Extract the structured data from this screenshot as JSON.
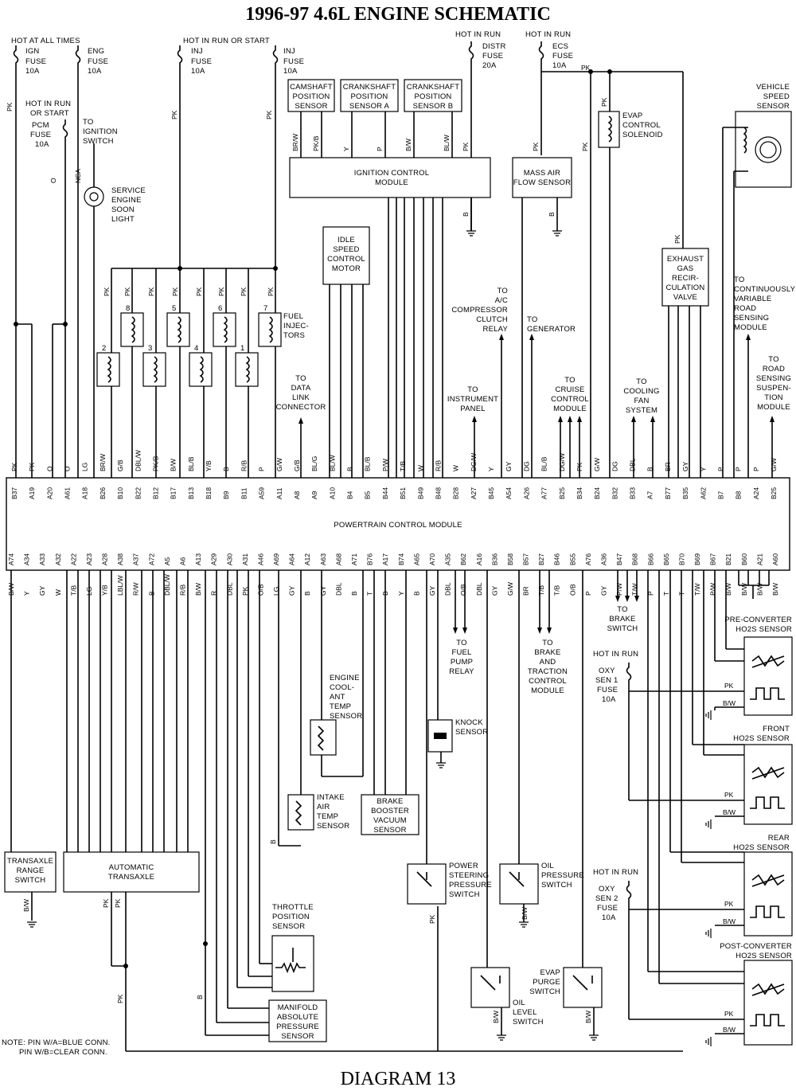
{
  "title": "1996-97  4.6L ENGINE SCHEMATIC",
  "footer": "DIAGRAM 13",
  "note": [
    "NOTE: PIN W/A=BLUE CONN.",
    "PIN W/B=CLEAR CONN."
  ],
  "pcm": {
    "label": "POWERTRAIN CONTROL MODULE"
  },
  "power": [
    {
      "id": "ign",
      "lines": [
        "IGN",
        "FUSE",
        "10A"
      ]
    },
    {
      "id": "eng",
      "lines": [
        "ENG",
        "FUSE",
        "10A"
      ]
    },
    {
      "id": "inj1",
      "lines": [
        "INJ",
        "FUSE",
        "10A"
      ]
    },
    {
      "id": "inj2",
      "lines": [
        "INJ",
        "FUSE",
        "10A"
      ]
    },
    {
      "id": "distr",
      "lines": [
        "DISTR",
        "FUSE",
        "20A"
      ]
    },
    {
      "id": "ecs",
      "lines": [
        "ECS",
        "FUSE",
        "10A"
      ]
    },
    {
      "id": "pcm",
      "lines": [
        "PCM",
        "FUSE",
        "10A"
      ]
    },
    {
      "id": "oxy1",
      "lines": [
        "OXY",
        "SEN 1",
        "FUSE",
        "10A"
      ]
    },
    {
      "id": "oxy2",
      "lines": [
        "OXY",
        "SEN 2",
        "FUSE",
        "10A"
      ]
    }
  ],
  "hot": [
    "HOT AT ALL TIMES",
    "HOT IN RUN OR START",
    "HOT IN RUN",
    "HOT IN RUN",
    "HOT IN RUN",
    "HOT IN RUN",
    "HOT IN RUN",
    "OR START"
  ],
  "components": [
    {
      "id": "cam",
      "lines": [
        "CAMSHAFT",
        "POSITION",
        "SENSOR"
      ]
    },
    {
      "id": "cka",
      "lines": [
        "CRANKSHAFT",
        "POSITION",
        "SENSOR A"
      ]
    },
    {
      "id": "ckb",
      "lines": [
        "CRANKSHAFT",
        "POSITION",
        "SENSOR B"
      ]
    },
    {
      "id": "icm",
      "lines": [
        "IGNITION CONTROL",
        "MODULE"
      ]
    },
    {
      "id": "maf",
      "lines": [
        "MASS AIR",
        "FLOW SENSOR"
      ]
    },
    {
      "id": "evap",
      "lines": [
        "EVAP",
        "CONTROL",
        "SOLENOID"
      ]
    },
    {
      "id": "vss",
      "lines": [
        "VEHICLE",
        "SPEED",
        "SENSOR"
      ]
    },
    {
      "id": "iac",
      "lines": [
        "IDLE",
        "SPEED",
        "CONTROL",
        "MOTOR"
      ]
    },
    {
      "id": "egr",
      "lines": [
        "EXHAUST",
        "GAS",
        "RECIR-",
        "CULATION",
        "VALVE"
      ]
    },
    {
      "id": "ses",
      "lines": [
        "SERVICE",
        "ENGINE",
        "SOON",
        "LIGHT"
      ]
    },
    {
      "id": "inj",
      "lines": [
        "FUEL",
        "INJEC-",
        "TORS"
      ]
    },
    {
      "id": "ect",
      "lines": [
        "ENGINE",
        "COOL-",
        "ANT",
        "TEMP",
        "SENSOR"
      ]
    },
    {
      "id": "iat",
      "lines": [
        "INTAKE",
        "AIR",
        "TEMP",
        "SENSOR"
      ]
    },
    {
      "id": "bbv",
      "lines": [
        "BRAKE",
        "BOOSTER",
        "VACUUM",
        "SENSOR"
      ]
    },
    {
      "id": "knock",
      "lines": [
        "KNOCK",
        "SENSOR"
      ]
    },
    {
      "id": "trs",
      "lines": [
        "TRANSAXLE",
        "RANGE",
        "SWITCH"
      ]
    },
    {
      "id": "at",
      "lines": [
        "AUTOMATIC",
        "TRANSAXLE"
      ]
    },
    {
      "id": "tps",
      "lines": [
        "THROTTLE",
        "POSITION",
        "SENSOR"
      ]
    },
    {
      "id": "map",
      "lines": [
        "MANIFOLD",
        "ABSOLUTE",
        "PRESSURE",
        "SENSOR"
      ]
    },
    {
      "id": "psp",
      "lines": [
        "POWER",
        "STEERING",
        "PRESSURE",
        "SWITCH"
      ]
    },
    {
      "id": "oilp",
      "lines": [
        "OIL",
        "PRESSURE",
        "SWITCH"
      ]
    },
    {
      "id": "oill",
      "lines": [
        "OIL",
        "LEVEL",
        "SWITCH"
      ]
    },
    {
      "id": "purge",
      "lines": [
        "EVAP",
        "PURGE",
        "SWITCH"
      ]
    },
    {
      "id": "h1",
      "lines": [
        "PRE-CONVERTER",
        "HO2S SENSOR"
      ]
    },
    {
      "id": "h2",
      "lines": [
        "FRONT",
        "HO2S SENSOR"
      ]
    },
    {
      "id": "h3",
      "lines": [
        "REAR",
        "HO2S SENSOR"
      ]
    },
    {
      "id": "h4",
      "lines": [
        "POST-CONVERTER",
        "HO2S SENSOR"
      ]
    }
  ],
  "destinations": [
    {
      "id": "ignsw",
      "lines": [
        "TO",
        "IGNITION",
        "SWITCH"
      ]
    },
    {
      "id": "dlc",
      "lines": [
        "TO",
        "DATA",
        "LINK",
        "CONNECTOR"
      ]
    },
    {
      "id": "ac",
      "lines": [
        "TO",
        "A/C",
        "COMPRESSOR",
        "CLUTCH",
        "RELAY"
      ]
    },
    {
      "id": "gen",
      "lines": [
        "TO",
        "GENERATOR"
      ]
    },
    {
      "id": "ip",
      "lines": [
        "TO",
        "INSTRUMENT",
        "PANEL"
      ]
    },
    {
      "id": "cruise",
      "lines": [
        "TO",
        "CRUISE",
        "CONTROL",
        "MODULE"
      ]
    },
    {
      "id": "fan",
      "lines": [
        "TO",
        "COOLING",
        "FAN",
        "SYSTEM"
      ]
    },
    {
      "id": "cvrs",
      "lines": [
        "TO",
        "CONTINUOUSLY",
        "VARIABLE",
        "ROAD",
        "SENSING",
        "MODULE"
      ]
    },
    {
      "id": "rss",
      "lines": [
        "TO",
        "ROAD",
        "SENSING",
        "SUSPEN-",
        "TION",
        "MODULE"
      ]
    },
    {
      "id": "fuelpump",
      "lines": [
        "TO",
        "FUEL",
        "PUMP",
        "RELAY"
      ]
    },
    {
      "id": "btcm",
      "lines": [
        "TO",
        "BRAKE",
        "AND",
        "TRACTION",
        "CONTROL",
        "MODULE"
      ]
    },
    {
      "id": "brake",
      "lines": [
        "TO",
        "BRAKE",
        "SWITCH"
      ]
    }
  ],
  "injector_numbers": [
    "8",
    "5",
    "6",
    "7",
    "2",
    "3",
    "4",
    "1"
  ],
  "top_pins": [
    {
      "pin": "B37",
      "wire": "PK"
    },
    {
      "pin": "A19",
      "wire": "PK"
    },
    {
      "pin": "A20",
      "wire": "O"
    },
    {
      "pin": "A61",
      "wire": "O"
    },
    {
      "pin": "A18",
      "wire": "LG"
    },
    {
      "pin": "B26",
      "wire": "BR/W"
    },
    {
      "pin": "B10",
      "wire": "G/B"
    },
    {
      "pin": "B22",
      "wire": "DBL/W"
    },
    {
      "pin": "B12",
      "wire": "PK/B"
    },
    {
      "pin": "B17",
      "wire": "B/W"
    },
    {
      "pin": "B13",
      "wire": "BL/B"
    },
    {
      "pin": "B18",
      "wire": "Y/B"
    },
    {
      "pin": "B9",
      "wire": "B"
    },
    {
      "pin": "B11",
      "wire": "R/B"
    },
    {
      "pin": "A59",
      "wire": "P"
    },
    {
      "pin": "A11",
      "wire": "G/W"
    },
    {
      "pin": "A8",
      "wire": "G/B"
    },
    {
      "pin": "A9",
      "wire": "BL/G"
    },
    {
      "pin": "A10",
      "wire": "BL/W"
    },
    {
      "pin": "B4",
      "wire": "B"
    },
    {
      "pin": "B5",
      "wire": "BL/B"
    },
    {
      "pin": "B44",
      "wire": "P/W"
    },
    {
      "pin": "B51",
      "wire": "T/B"
    },
    {
      "pin": "B49",
      "wire": "W"
    },
    {
      "pin": "B48",
      "wire": "R/B"
    },
    {
      "pin": "B28",
      "wire": "W"
    },
    {
      "pin": "A27",
      "wire": "DG/W"
    },
    {
      "pin": "B45",
      "wire": "Y"
    },
    {
      "pin": "A54",
      "wire": "GY"
    },
    {
      "pin": "A26",
      "wire": "DG"
    },
    {
      "pin": "A77",
      "wire": "BL/B"
    },
    {
      "pin": "B25",
      "wire": "DG/W"
    },
    {
      "pin": "B34",
      "wire": "PK"
    },
    {
      "pin": "B24",
      "wire": "G/W"
    },
    {
      "pin": "B32",
      "wire": "DG"
    },
    {
      "pin": "B33",
      "wire": "DBL"
    },
    {
      "pin": "A7",
      "wire": "B"
    },
    {
      "pin": "B77",
      "wire": "BR"
    },
    {
      "pin": "B35",
      "wire": "GY"
    },
    {
      "pin": "A62",
      "wire": "Y"
    },
    {
      "pin": "B7",
      "wire": "P"
    },
    {
      "pin": "B8",
      "wire": "P"
    },
    {
      "pin": "A24",
      "wire": "P"
    },
    {
      "pin": "B25",
      "wire": "G/W"
    }
  ],
  "bottom_pins": [
    {
      "pin": "A74",
      "wire": "B/W"
    },
    {
      "pin": "A34",
      "wire": "Y"
    },
    {
      "pin": "A33",
      "wire": "GY"
    },
    {
      "pin": "A32",
      "wire": "W"
    },
    {
      "pin": "A22",
      "wire": "T/B"
    },
    {
      "pin": "A23",
      "wire": "LG"
    },
    {
      "pin": "A28",
      "wire": "Y/B"
    },
    {
      "pin": "A38",
      "wire": "LBL/W"
    },
    {
      "pin": "A37",
      "wire": "R/W"
    },
    {
      "pin": "A72",
      "wire": "B"
    },
    {
      "pin": "A5",
      "wire": "DBL/W"
    },
    {
      "pin": "A6",
      "wire": "R/B"
    },
    {
      "pin": "A13",
      "wire": "B/W"
    },
    {
      "pin": "A29",
      "wire": "R"
    },
    {
      "pin": "A30",
      "wire": "DBL"
    },
    {
      "pin": "A31",
      "wire": "PK"
    },
    {
      "pin": "A46",
      "wire": "O/B"
    },
    {
      "pin": "A69",
      "wire": "LG"
    },
    {
      "pin": "A64",
      "wire": "GY"
    },
    {
      "pin": "A12",
      "wire": "B"
    },
    {
      "pin": "A63",
      "wire": "GY"
    },
    {
      "pin": "A68",
      "wire": "DBL"
    },
    {
      "pin": "A71",
      "wire": "B"
    },
    {
      "pin": "B76",
      "wire": "T"
    },
    {
      "pin": "A17",
      "wire": "B"
    },
    {
      "pin": "B74",
      "wire": "Y"
    },
    {
      "pin": "A65",
      "wire": "B"
    },
    {
      "pin": "A70",
      "wire": "GY"
    },
    {
      "pin": "A35",
      "wire": "DBL"
    },
    {
      "pin": "B62",
      "wire": "O/B"
    },
    {
      "pin": "A16",
      "wire": "DBL"
    },
    {
      "pin": "B36",
      "wire": "GY"
    },
    {
      "pin": "B58",
      "wire": "G/W"
    },
    {
      "pin": "B57",
      "wire": "BR"
    },
    {
      "pin": "B27",
      "wire": "T/B"
    },
    {
      "pin": "B46",
      "wire": "T/B"
    },
    {
      "pin": "B55",
      "wire": "O/B"
    },
    {
      "pin": "A76",
      "wire": "P"
    },
    {
      "pin": "A36",
      "wire": "GY"
    },
    {
      "pin": "B47",
      "wire": "P/W"
    },
    {
      "pin": "B68",
      "wire": "T/W"
    },
    {
      "pin": "B66",
      "wire": "P"
    },
    {
      "pin": "B65",
      "wire": "T"
    },
    {
      "pin": "B70",
      "wire": "T"
    },
    {
      "pin": "B69",
      "wire": "T/W"
    },
    {
      "pin": "B67",
      "wire": "P/W"
    },
    {
      "pin": "B21",
      "wire": "B/W"
    },
    {
      "pin": "B60",
      "wire": "B/W"
    },
    {
      "pin": "A21",
      "wire": "B/W"
    },
    {
      "pin": "A60",
      "wire": "B/W"
    }
  ],
  "wires": {
    "pk": "PK",
    "brw": "BR/W",
    "pkb": "PK/B",
    "y": "Y",
    "p": "P",
    "bw": "B/W",
    "blw": "BL/W",
    "b": "B",
    "nca": "NCA",
    "o": "O",
    "gw": "G/W",
    "t": "T",
    "br": "BR"
  }
}
